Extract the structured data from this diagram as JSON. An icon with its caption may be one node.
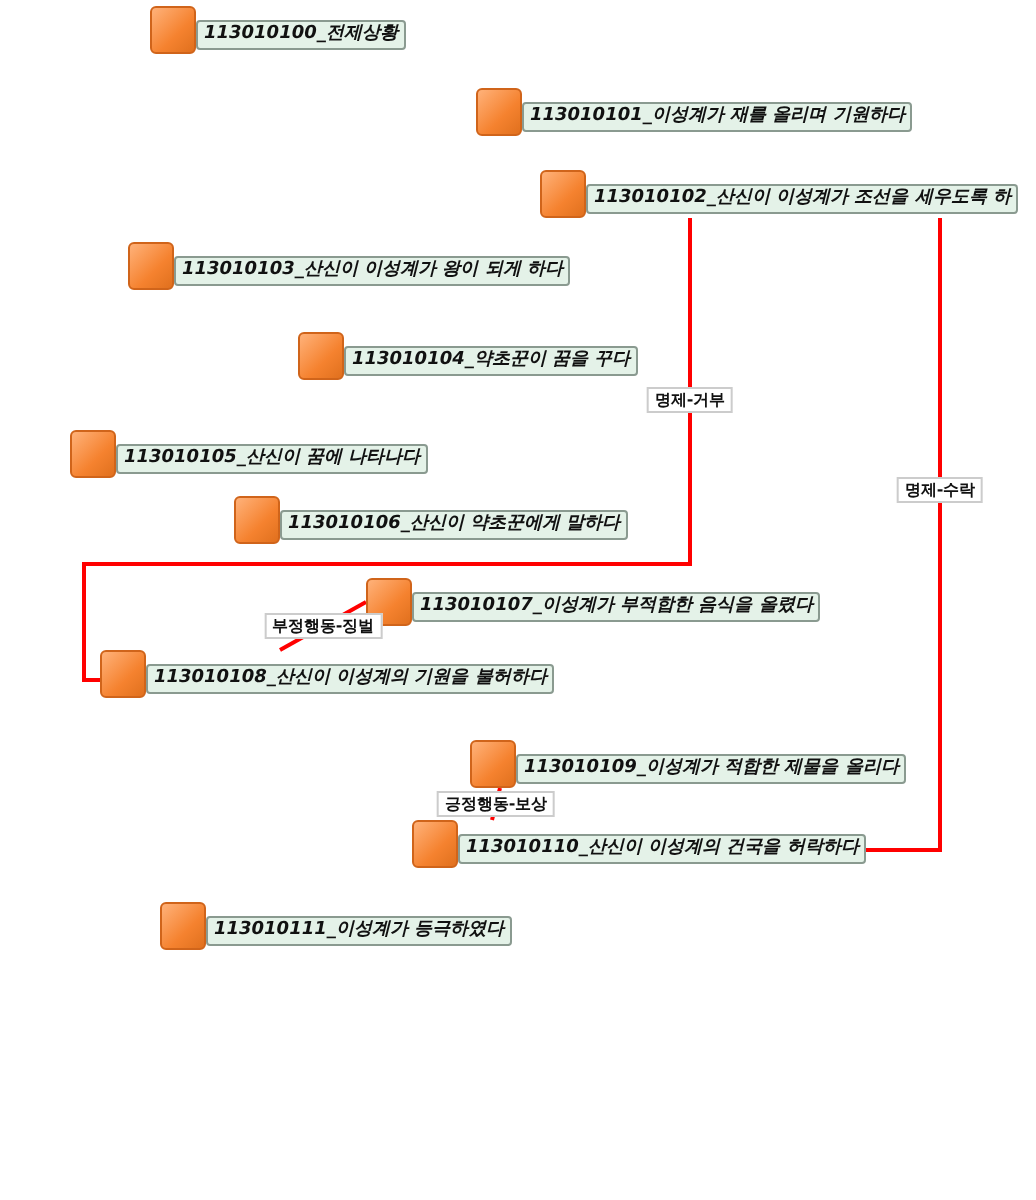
{
  "diagram": {
    "nodes": [
      {
        "text": [
          "113010100_전제상황"
        ]
      },
      {
        "text": [
          "113010101_이성계가 재를 올리며 기원하다"
        ]
      },
      {
        "text": [
          "113010102_산신이 이성계가 조선을 세우도록 하"
        ]
      },
      {
        "text": [
          "113010103_산신이 이성계가 왕이 되게 하다"
        ]
      },
      {
        "text": [
          "113010104_약초꾼이 꿈을 꾸다"
        ]
      },
      {
        "text": [
          "113010105_산신이 꿈에 나타나다"
        ]
      },
      {
        "text": [
          "113010106_산신이 약초꾼에게 말하다"
        ]
      },
      {
        "text": [
          "113010107_이성계가 부적합한 음식을 올렸다"
        ]
      },
      {
        "text": [
          "113010108_산신이 이성계의 기원을 불허하다"
        ]
      },
      {
        "text": [
          "113010109_이성계가 적합한 제물을 올리다"
        ]
      },
      {
        "text": [
          "113010110_산신이 이성계의 건국을 허락하다"
        ]
      },
      {
        "text": [
          "113010111_이성계가 등극하였다"
        ]
      }
    ],
    "edges": [
      {
        "from": 2,
        "to": 8,
        "arrow": "none",
        "label": "명제-거부",
        "color": "#ff0000"
      },
      {
        "from": 2,
        "to": 10,
        "arrow": "none",
        "label": "명제-수락",
        "color": "#ff0000"
      },
      {
        "from": 7,
        "to": 8,
        "arrow": "none",
        "label": "부정행동-징벌",
        "color": "#ff0000"
      },
      {
        "from": 9,
        "to": 10,
        "arrow": "none",
        "label": "긍정행동-보상",
        "color": "#ff0000"
      }
    ]
  }
}
